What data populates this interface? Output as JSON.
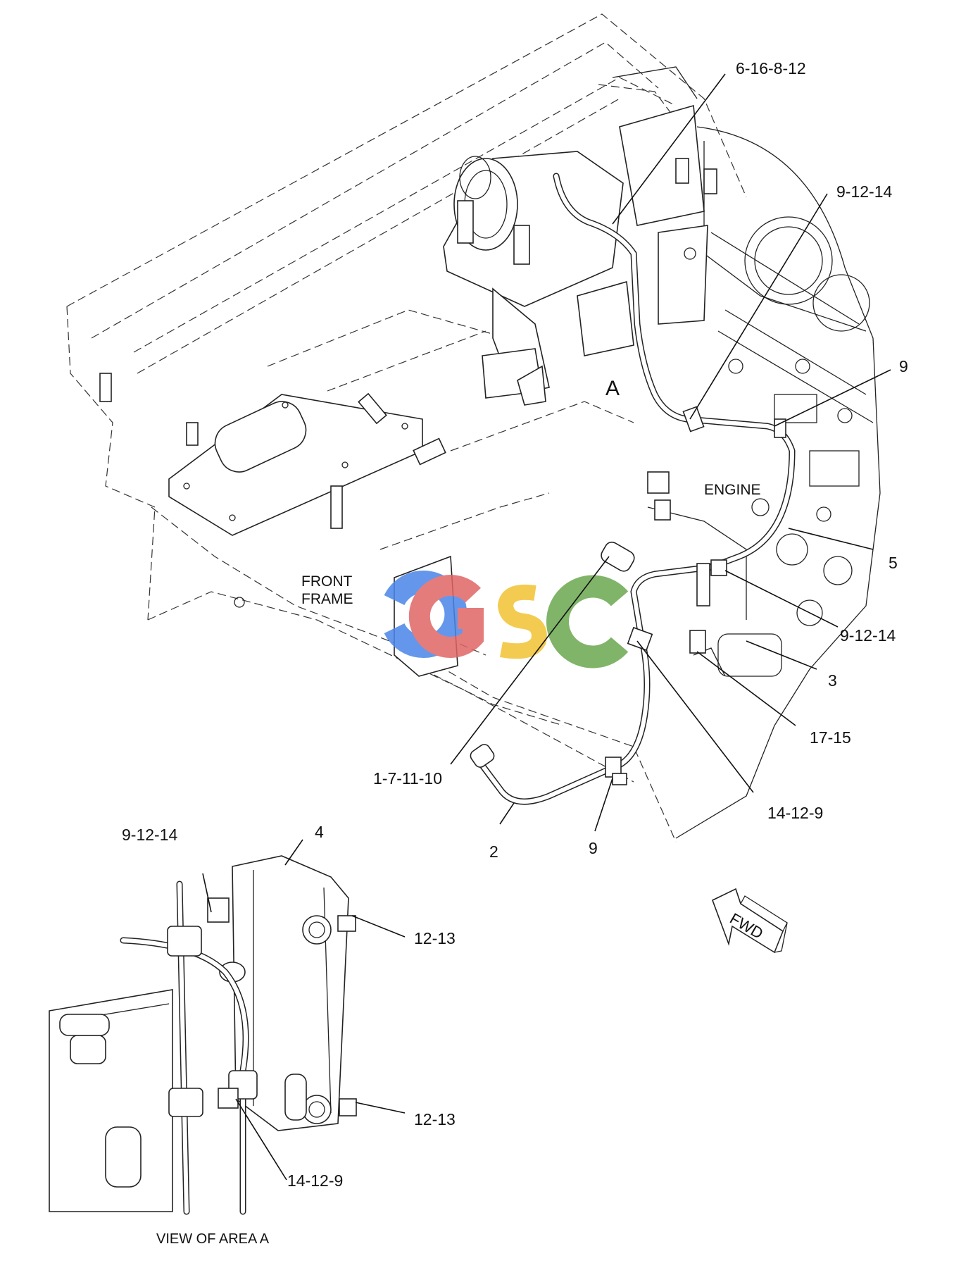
{
  "callouts": [
    {
      "id": "c1",
      "text": "6-16-8-12"
    },
    {
      "id": "c2",
      "text": "9-12-14"
    },
    {
      "id": "c3",
      "text": "9"
    },
    {
      "id": "c4",
      "text": "5"
    },
    {
      "id": "c5",
      "text": "9-12-14"
    },
    {
      "id": "c6",
      "text": "3"
    },
    {
      "id": "c7",
      "text": "17-15"
    },
    {
      "id": "c8",
      "text": "14-12-9"
    },
    {
      "id": "c9",
      "text": "1-7-11-10"
    },
    {
      "id": "c10",
      "text": "2"
    },
    {
      "id": "c11",
      "text": "9"
    },
    {
      "id": "c12",
      "text": "9-12-14"
    },
    {
      "id": "c13",
      "text": "4"
    },
    {
      "id": "c14",
      "text": "12-13"
    },
    {
      "id": "c15",
      "text": "12-13"
    },
    {
      "id": "c16",
      "text": "14-12-9"
    }
  ],
  "labels": {
    "area_marker": "A",
    "engine": "ENGINE",
    "front_frame_line1": "FRONT",
    "front_frame_line2": "FRAME",
    "fwd": "FWD",
    "view_caption": "VIEW OF AREA  A"
  },
  "watermark": {
    "letters": [
      "C",
      "G",
      "S",
      "C"
    ],
    "colors": [
      "#4a86e8",
      "#e06666",
      "#f1c232",
      "#6aa84f"
    ]
  }
}
